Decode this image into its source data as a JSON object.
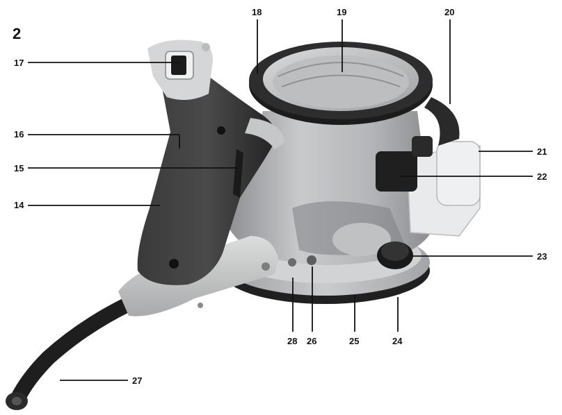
{
  "figure": {
    "number": "2"
  },
  "callouts": [
    {
      "id": "14",
      "label": "14"
    },
    {
      "id": "15",
      "label": "15"
    },
    {
      "id": "16",
      "label": "16"
    },
    {
      "id": "17",
      "label": "17"
    },
    {
      "id": "18",
      "label": "18"
    },
    {
      "id": "19",
      "label": "19"
    },
    {
      "id": "20",
      "label": "20"
    },
    {
      "id": "21",
      "label": "21"
    },
    {
      "id": "22",
      "label": "22"
    },
    {
      "id": "23",
      "label": "23"
    },
    {
      "id": "24",
      "label": "24"
    },
    {
      "id": "25",
      "label": "25"
    },
    {
      "id": "26",
      "label": "26"
    },
    {
      "id": "27",
      "label": "27"
    },
    {
      "id": "28",
      "label": "28"
    }
  ],
  "colors": {
    "body_silver": "#b9bbbd",
    "body_dark": "#8e9093",
    "grip_black": "#2b2b2c",
    "grip_light": "#c9cacb",
    "ring_black": "#1c1c1c",
    "cord_black": "#1e1e1e",
    "shield_clear": "#e6e8ea"
  }
}
